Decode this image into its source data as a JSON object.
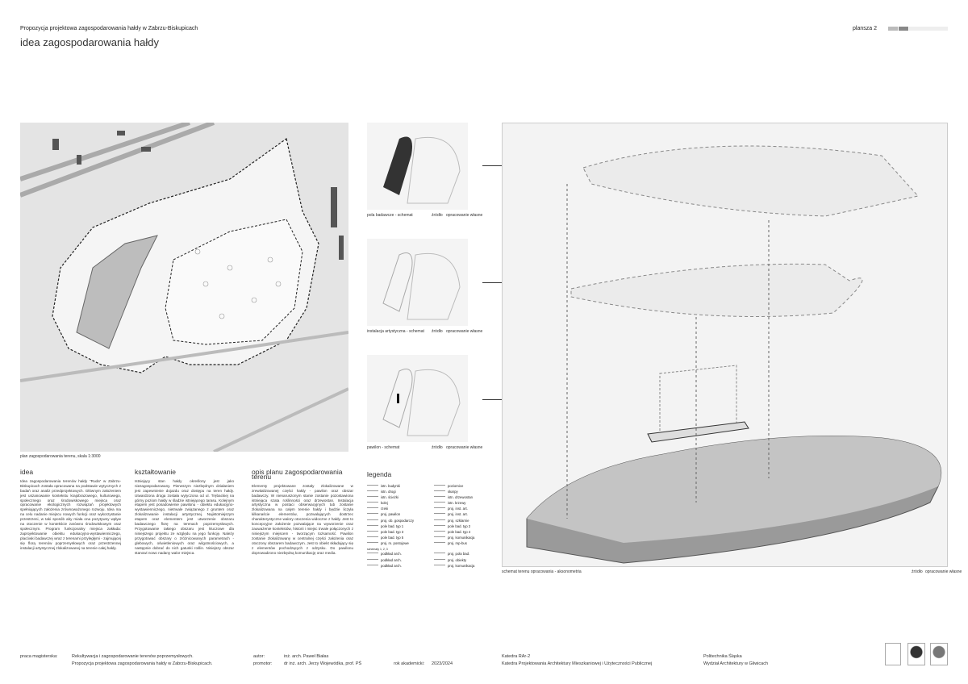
{
  "header": {
    "subtitle": "Propozycja projektowa zagospodarowania hałdy w Zabrzu-Biskupicach",
    "title": "idea zagospodarowania hałdy",
    "sheet": "plansza 2",
    "sheet_number": 2,
    "sheet_count": 6
  },
  "captions": {
    "plan": "plan zagospodarowania terenu, skala 1:3000",
    "scheme1": "pola badawcze - schemat",
    "scheme2": "instalacja artystyczna - schemat",
    "scheme3": "pawilon - schemat",
    "axo": "schemat terenu opracowania - aksonometria",
    "source": "źródło",
    "own": "opracowanie własne"
  },
  "sections": {
    "idea": {
      "title": "idea",
      "text": "Idea zagospodarowania terenów hałdy \"Ruda\" w Zabrzu- Biskupicach została opracowana na podstawie wytycznych z badań oraz analiz przedprojektowych. Głównym założeniem jest uszanowanie kontekstu krajobrazowego, kulturowego, społecznego oraz środowiskowego miejsca oraz opracowanie ekologicznych rozwiązań projektowych spełniających założenia zrównoważonego rozwoju. Idea ma na celu nadanie miejscu nowych funkcji oraz wykorzystanie przestrzeni, w taki sposób aby miała ona pozytywny wpływ na otoczenie w kontekście zarówno środowiskowym oraz społecznym. Program funkcjonalny miejsca zakłada: zaprojektowanie obiektu edukacyjno-wystawienniczego, placówki badawczej wraz z terenami przyległymi - zajmującej się florą terenów poprzemysłowych oraz przestrzennej instalacji artystycznej zlokalizowanej na terenie całej hałdy."
    },
    "shaping": {
      "title": "kształtowanie",
      "text": "Istniejący stan hałdy określony jest jako niezagospodarowany. Pierwszym niezbędnym działaniem jest zapewnienie dojazdu oraz dostępu na teren hałdy. Utwardzona droga została wytyczona od ul. Trębackiej na górny poziom hałdy w śladzie istniejącego tarasu. Kolejnym etapem jest posadowienie pawilonu - obiektu edukacyjno-wystawienniczego, nietrwale związanego z gruntem oraz zlokalizowanie instalacji artystycznej. Najistotniejszym etapem oraz elementem jest utworzenie obszaru badawczego florę na terenach poprzemysłowych. Przygotowanie takiego obszaru jest kluczowe dla niniejszego projektu ze względu na jego funkcję. Należy przygotować obszary o zróżnicowanych parametrach - glebowych, oświetleniowych oraz wilgotnościowych, a następnie dobrać do nich gatunki roślin. Niniejszy obszar stanowi nowo nadany walor miejsca."
    },
    "plan_desc": {
      "title": "opis planu zagospodarowania terenu",
      "text": "Elementy projektowane zostały zlokalizowane w zrewitalizowanej części hałdy - pawilon oraz obszar badawczy. W nienaruszonym stanie zostanie pozostawiona istniejąca szata roślinności oraz drzewostan. Instalacja artystyczna w postaci obserwacyjnych tub zostanie zlokalizowana na całym terenie hałdy i będzie liczyła kilkanaście elementów, pozwalających dostrzec charakterystyczne walory otoczenia widoczne z hałdy. Jest to koncepcyjne założenie pozwalające na wyworzenie oraz zauważenie kontekstów, historii i miejsc trwale połączonych z niniejszym miejscem - tworzącym tożsamość. Pawilon zostanie zlokalizowany w centralnej części założenia oraz otoczony obszarem badawczym. Jest to obiekt składający się z elementów pochodzących z odzysku. Do pawilonu doprowadzono niezbędną komunikację oraz media."
    }
  },
  "legend": {
    "title": "legenda",
    "subhead": "schematy 1, 2, 3",
    "left": [
      "istn. budynki",
      "istn. drogi",
      "istn. ścieżki",
      "kolej",
      "rzeki",
      "proj. pawilon",
      "proj. ob. gospodarczy",
      "pole bad. typ 1",
      "pole bad. typ 3",
      "pole bad. typ 5",
      "proj. m. postojowe"
    ],
    "right": [
      "poziomice",
      "skarpy",
      "istn. drzewostan",
      "istn. krzewy",
      "proj. inst. art.",
      "proj. inst. art.",
      "proj. szklarnie",
      "pole bad. typ 2",
      "pole bad. typ 4",
      "proj. komunikacja",
      "proj. mp-bus"
    ],
    "schemes_left": [
      "podkład arch.",
      "podkład arch.",
      "podkład arch."
    ],
    "schemes_right": [
      "proj. pola bad.",
      "proj. obiekty",
      "proj. komunikacja"
    ]
  },
  "footer": {
    "thesis_label": "praca magisterska:",
    "thesis_line1": "Rekultywacja i zagospodarowanie terenów poprzemysłowych.",
    "thesis_line2": "Propozycja projektowa zagospodarowania hałdy w Zabrzu-Biskupicach.",
    "author_label": "autor:",
    "author": "inż. arch. Paweł Białas",
    "promotor_label": "promotor:",
    "promotor": "dr inż. arch. Jerzy Wojewódka, prof. PŚ",
    "year_label": "rok akademicki:",
    "year": "2023/2024",
    "dept1": "Katedra RAr-2",
    "dept2": "Katedra Projektowania Architektury Mieszkaniowej i Użyteczności Publicznej",
    "uni1": "Politechnika Śląska",
    "uni2": "Wydział Architektury w Gliwicach"
  }
}
